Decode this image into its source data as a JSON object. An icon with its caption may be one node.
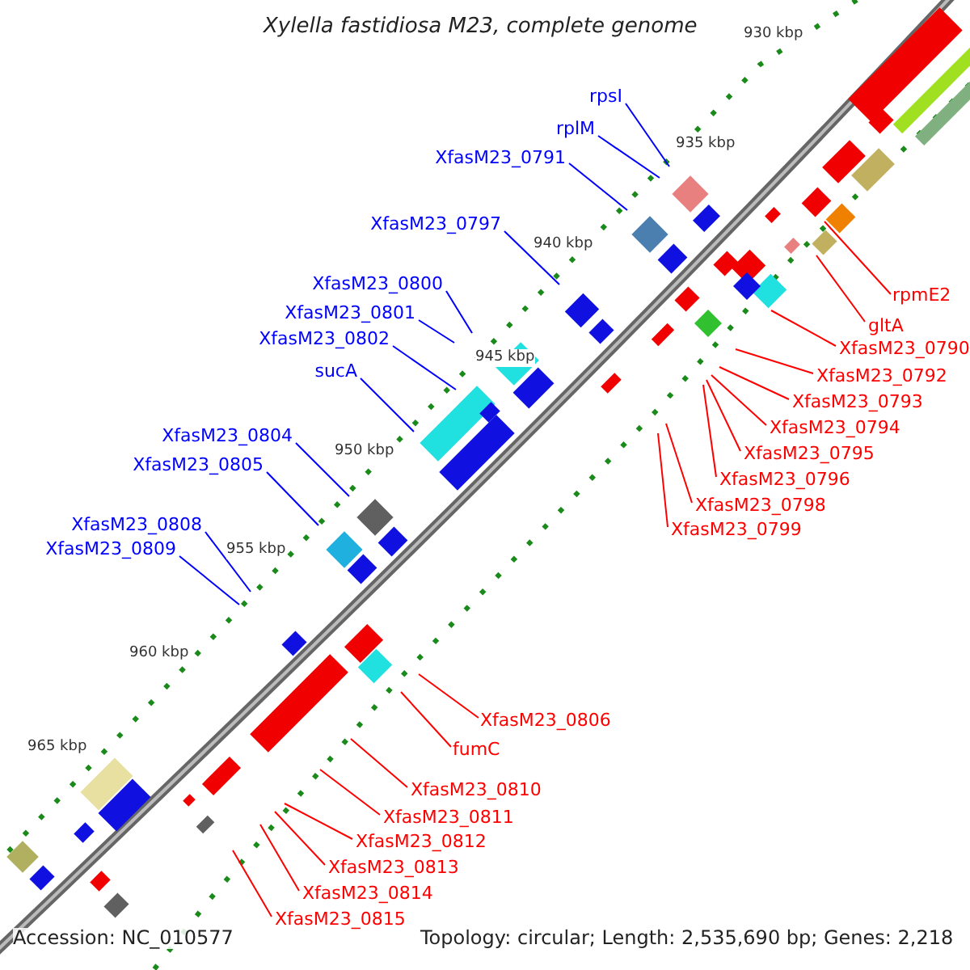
{
  "diagram": {
    "title": "Xylella fastidiosa M23, complete genome",
    "nodes": [
      {
        "text": [
          "rpsI"
        ]
      },
      {
        "text": [
          "rplM"
        ]
      },
      {
        "text": [
          "XfasM23_0791"
        ]
      },
      {
        "text": [
          "XfasM23_0797"
        ]
      },
      {
        "text": [
          "XfasM23_0800"
        ]
      },
      {
        "text": [
          "XfasM23_0801"
        ]
      },
      {
        "text": [
          "XfasM23_0802"
        ]
      },
      {
        "text": [
          "sucA"
        ]
      },
      {
        "text": [
          "XfasM23_0804"
        ]
      },
      {
        "text": [
          "XfasM23_0805"
        ]
      },
      {
        "text": [
          "XfasM23_0808"
        ]
      },
      {
        "text": [
          "XfasM23_0809"
        ]
      },
      {
        "text": [
          "rpmE2"
        ]
      },
      {
        "text": [
          "gltA"
        ]
      },
      {
        "text": [
          "XfasM23_0790"
        ]
      },
      {
        "text": [
          "XfasM23_0792"
        ]
      },
      {
        "text": [
          "XfasM23_0793"
        ]
      },
      {
        "text": [
          "XfasM23_0794"
        ]
      },
      {
        "text": [
          "XfasM23_0795"
        ]
      },
      {
        "text": [
          "XfasM23_0796"
        ]
      },
      {
        "text": [
          "XfasM23_0798"
        ]
      },
      {
        "text": [
          "XfasM23_0799"
        ]
      },
      {
        "text": [
          "XfasM23_0806"
        ]
      },
      {
        "text": [
          "fumC"
        ]
      },
      {
        "text": [
          "XfasM23_0810"
        ]
      },
      {
        "text": [
          "XfasM23_0811"
        ]
      },
      {
        "text": [
          "XfasM23_0812"
        ]
      },
      {
        "text": [
          "XfasM23_0813"
        ]
      },
      {
        "text": [
          "XfasM23_0814"
        ]
      },
      {
        "text": [
          "XfasM23_0815"
        ]
      }
    ],
    "edges": [
      {
        "from": 0,
        "to": null,
        "arrow": "none",
        "color": "#0000ff"
      },
      {
        "from": 1,
        "to": null,
        "arrow": "none",
        "color": "#0000ff"
      },
      {
        "from": 2,
        "to": null,
        "arrow": "none",
        "color": "#0000ff"
      },
      {
        "from": 3,
        "to": null,
        "arrow": "none",
        "color": "#0000ff"
      },
      {
        "from": 4,
        "to": null,
        "arrow": "none",
        "color": "#0000ff"
      },
      {
        "from": 5,
        "to": null,
        "arrow": "none",
        "color": "#0000ff"
      },
      {
        "from": 6,
        "to": null,
        "arrow": "none",
        "color": "#0000ff"
      },
      {
        "from": 7,
        "to": null,
        "arrow": "none",
        "color": "#0000ff"
      },
      {
        "from": 8,
        "to": null,
        "arrow": "none",
        "color": "#0000ff"
      },
      {
        "from": 9,
        "to": null,
        "arrow": "none",
        "color": "#0000ff"
      },
      {
        "from": 10,
        "to": null,
        "arrow": "none",
        "color": "#0000ff"
      },
      {
        "from": 11,
        "to": null,
        "arrow": "none",
        "color": "#0000ff"
      },
      {
        "from": 12,
        "to": null,
        "arrow": "none"
      },
      {
        "from": 13,
        "to": null,
        "arrow": "none"
      },
      {
        "from": 14,
        "to": null,
        "arrow": "none"
      },
      {
        "from": 15,
        "to": null,
        "arrow": "none"
      },
      {
        "from": 16,
        "to": null,
        "arrow": "none"
      },
      {
        "from": 17,
        "to": null,
        "arrow": "none"
      },
      {
        "from": 18,
        "to": null,
        "arrow": "none"
      },
      {
        "from": 19,
        "to": null,
        "arrow": "none"
      },
      {
        "from": 20,
        "to": null,
        "arrow": "none"
      },
      {
        "from": 21,
        "to": null,
        "arrow": "none"
      },
      {
        "from": 22,
        "to": null,
        "arrow": "none"
      },
      {
        "from": 23,
        "to": null,
        "arrow": "none"
      },
      {
        "from": 24,
        "to": null,
        "arrow": "none"
      },
      {
        "from": 25,
        "to": null,
        "arrow": "none"
      },
      {
        "from": 26,
        "to": null,
        "arrow": "none"
      },
      {
        "from": 27,
        "to": null,
        "arrow": "none"
      },
      {
        "from": 28,
        "to": null,
        "arrow": "none"
      },
      {
        "from": 29,
        "to": null,
        "arrow": "none"
      }
    ],
    "labels": [
      "930 kbp",
      "935 kbp",
      "940 kbp",
      "945 kbp",
      "950 kbp",
      "955 kbp",
      "960 kbp",
      "965 kbp",
      "Accession: NC_010577",
      "Topology: circular; Length: 2,535,690 bp; Genes: 2,218"
    ]
  }
}
